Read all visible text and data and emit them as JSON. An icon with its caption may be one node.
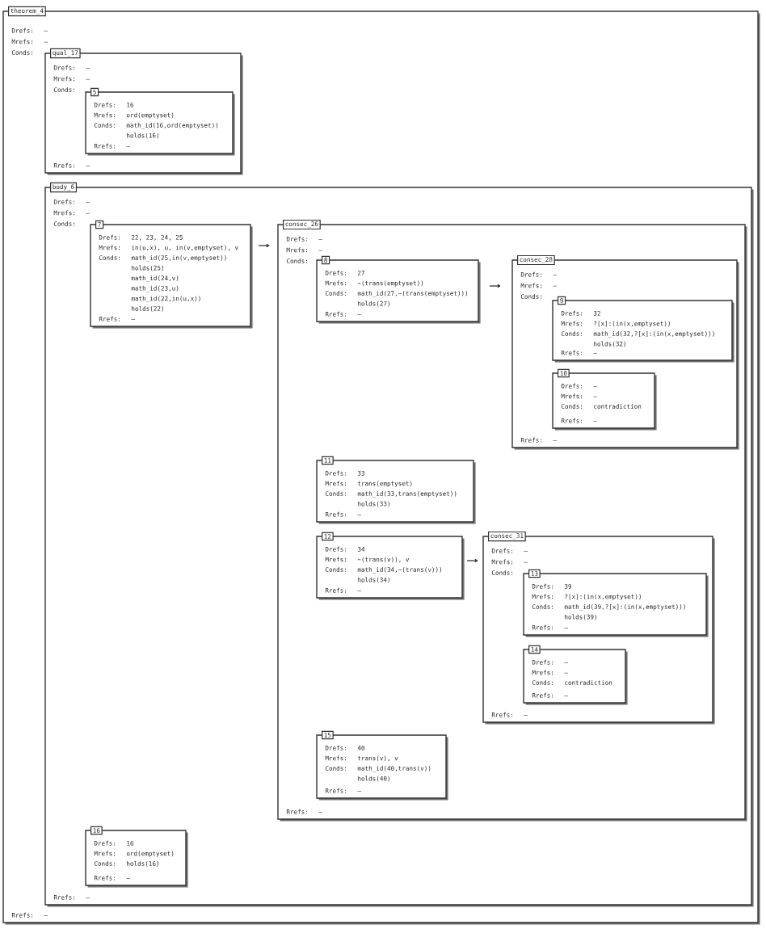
{
  "diagram": {
    "nodes": [
      {
        "text": [
          "theorem_4",
          "Drefs:",
          "–",
          "Mrefs:",
          "–",
          "Conds:",
          "Rrefs:",
          "–"
        ]
      },
      {
        "text": [
          "qual_17",
          "Drefs:",
          "–",
          "Mrefs:",
          "–",
          "Conds:",
          "Rrefs:",
          "–"
        ],
        "in": 0
      },
      {
        "text": [
          "5",
          "Drefs:",
          "16",
          "Mrefs:",
          "ord(emptyset)",
          "Conds:",
          "math_id(16,ord(emptyset))",
          "holds(16)",
          "Rrefs:",
          "–"
        ],
        "in": 1
      },
      {
        "text": [
          "body_6",
          "Drefs:",
          "–",
          "Mrefs:",
          "–",
          "Conds:",
          "Rrefs:",
          "–"
        ],
        "in": 0
      },
      {
        "text": [
          "7",
          "Drefs:",
          "22, 23, 24, 25",
          "Mrefs:",
          "in(u,x), u, in(v,emptyset), v",
          "Conds:",
          "math_id(25,in(v,emptyset))",
          "holds(25)",
          "math_id(24,v)",
          "math_id(23,u)",
          "math_id(22,in(u,x))",
          "holds(22)",
          "Rrefs:",
          "–"
        ],
        "in": 3
      },
      {
        "text": [
          "consec_26",
          "Drefs:",
          "–",
          "Mrefs:",
          "–",
          "Conds:",
          "Rrefs:",
          "–"
        ],
        "in": 3
      },
      {
        "text": [
          "8",
          "Drefs:",
          "27",
          "Mrefs:",
          "~(trans(emptyset))",
          "Conds:",
          "math_id(27,~(trans(emptyset)))",
          "holds(27)",
          "Rrefs:",
          "–"
        ],
        "in": 5
      },
      {
        "text": [
          "consec_28",
          "Drefs:",
          "–",
          "Mrefs:",
          "–",
          "Conds:",
          "Rrefs:",
          "–"
        ],
        "in": 5
      },
      {
        "text": [
          "9",
          "Drefs:",
          "32",
          "Mrefs:",
          "?[x]:(in(x,emptyset))",
          "Conds:",
          "math_id(32,?[x]:(in(x,emptyset)))",
          "holds(32)",
          "Rrefs:",
          "–"
        ],
        "in": 7
      },
      {
        "text": [
          "10",
          "Drefs:",
          "–",
          "Mrefs:",
          "–",
          "Conds:",
          "contradiction",
          "Rrefs:",
          "–"
        ],
        "in": 7
      },
      {
        "text": [
          "11",
          "Drefs:",
          "33",
          "Mrefs:",
          "trans(emptyset)",
          "Conds:",
          "math_id(33,trans(emptyset))",
          "holds(33)",
          "Rrefs:",
          "–"
        ],
        "in": 5
      },
      {
        "text": [
          "12",
          "Drefs:",
          "34",
          "Mrefs:",
          "~(trans(v)), v",
          "Conds:",
          "math_id(34,~(trans(v)))",
          "holds(34)",
          "Rrefs:",
          "–"
        ],
        "in": 5
      },
      {
        "text": [
          "consec_31",
          "Drefs:",
          "–",
          "Mrefs:",
          "–",
          "Conds:",
          "Rrefs:",
          "–"
        ],
        "in": 5
      },
      {
        "text": [
          "13",
          "Drefs:",
          "39",
          "Mrefs:",
          "?[x]:(in(x,emptyset))",
          "Conds:",
          "math_id(39,?[x]:(in(x,emptyset)))",
          "holds(39)",
          "Rrefs:",
          "–"
        ],
        "in": 12
      },
      {
        "text": [
          "14",
          "Drefs:",
          "–",
          "Mrefs:",
          "–",
          "Conds:",
          "contradiction",
          "Rrefs:",
          "–"
        ],
        "in": 12
      },
      {
        "text": [
          "15",
          "Drefs:",
          "40",
          "Mrefs:",
          "trans(v), v",
          "Conds:",
          "math_id(40,trans(v))",
          "holds(40)",
          "Rrefs:",
          "–"
        ],
        "in": 5
      },
      {
        "text": [
          "16",
          "Drefs:",
          "16",
          "Mrefs:",
          "ord(emptyset)",
          "Conds:",
          "holds(16)",
          "Rrefs:",
          "–"
        ],
        "in": 3
      }
    ],
    "edges": [
      {
        "from": 4,
        "to": 5,
        "arrow": "to"
      },
      {
        "from": 6,
        "to": 7,
        "arrow": "to"
      },
      {
        "from": 11,
        "to": 12,
        "arrow": "to"
      }
    ]
  }
}
